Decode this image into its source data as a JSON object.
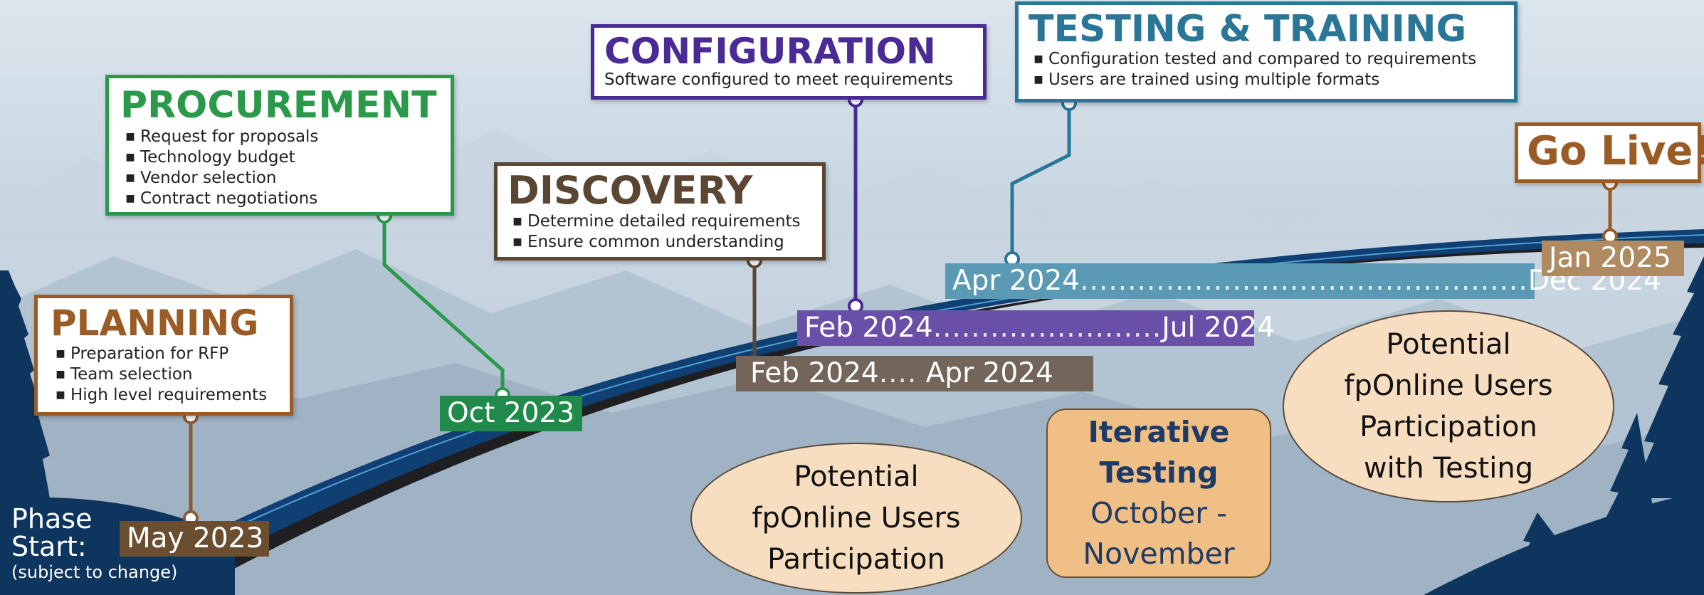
{
  "colors": {
    "planning": "#9a5b24",
    "procurement": "#2a9a4a",
    "discovery": "#5a4632",
    "configuration": "#4a2a94",
    "testing": "#2a7696",
    "golive": "#9a5b24"
  },
  "phase_start": {
    "line1": "Phase",
    "line2": "Start:",
    "note": "(subject to change)"
  },
  "phases": {
    "planning": {
      "title": "PLANNING",
      "items": [
        "Preparation for RFP",
        "Team selection",
        "High level requirements"
      ],
      "date": "May 2023"
    },
    "procurement": {
      "title": "PROCUREMENT",
      "items": [
        "Request for proposals",
        "Technology budget",
        "Vendor selection",
        "Contract negotiations"
      ],
      "date": "Oct 2023"
    },
    "discovery": {
      "title": "DISCOVERY",
      "items": [
        "Determine detailed requirements",
        "Ensure common understanding"
      ],
      "date_start": "Feb 2024",
      "dots": "....",
      "date_end": "Apr 2024"
    },
    "configuration": {
      "title": "CONFIGURATION",
      "subtitle": "Software configured to meet requirements",
      "date_start": "Feb 2024",
      "dots": "........................",
      "date_end": "Jul 2024"
    },
    "testing": {
      "title": "TESTING & TRAINING",
      "items": [
        "Configuration tested and compared to requirements",
        "Users are trained using multiple formats"
      ],
      "date_start": "Apr 2024",
      "dots": "...............................................",
      "date_end": "Dec 2024"
    },
    "golive": {
      "title": "Go Live!",
      "date": "Jan 2025"
    }
  },
  "ovals": {
    "left": {
      "line1": "Potential",
      "line2": "fpOnline Users",
      "line3": "Participation"
    },
    "right": {
      "line1": "Potential",
      "line2": "fpOnline Users",
      "line3": "Participation",
      "line4": "with Testing"
    }
  },
  "iterative": {
    "line1": "Iterative",
    "line2": "Testing",
    "line3": "October -",
    "line4": "November"
  }
}
